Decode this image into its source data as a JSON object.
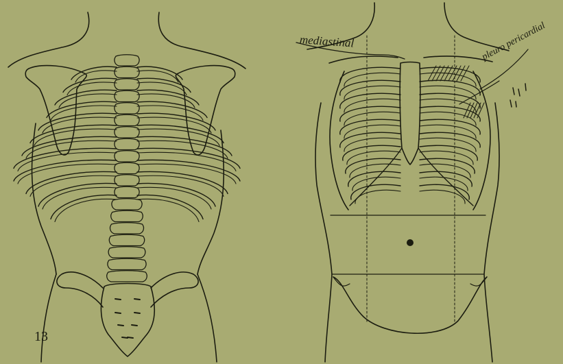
{
  "figure": {
    "number": "13",
    "left_panel": "back",
    "right_panel": "front"
  },
  "labels": {
    "mediastinal": "mediastinal",
    "pleuro_pericardial": "pleuro pericardial"
  },
  "colors": {
    "paper": "#a8ab72",
    "ink": "#1b1c10"
  }
}
